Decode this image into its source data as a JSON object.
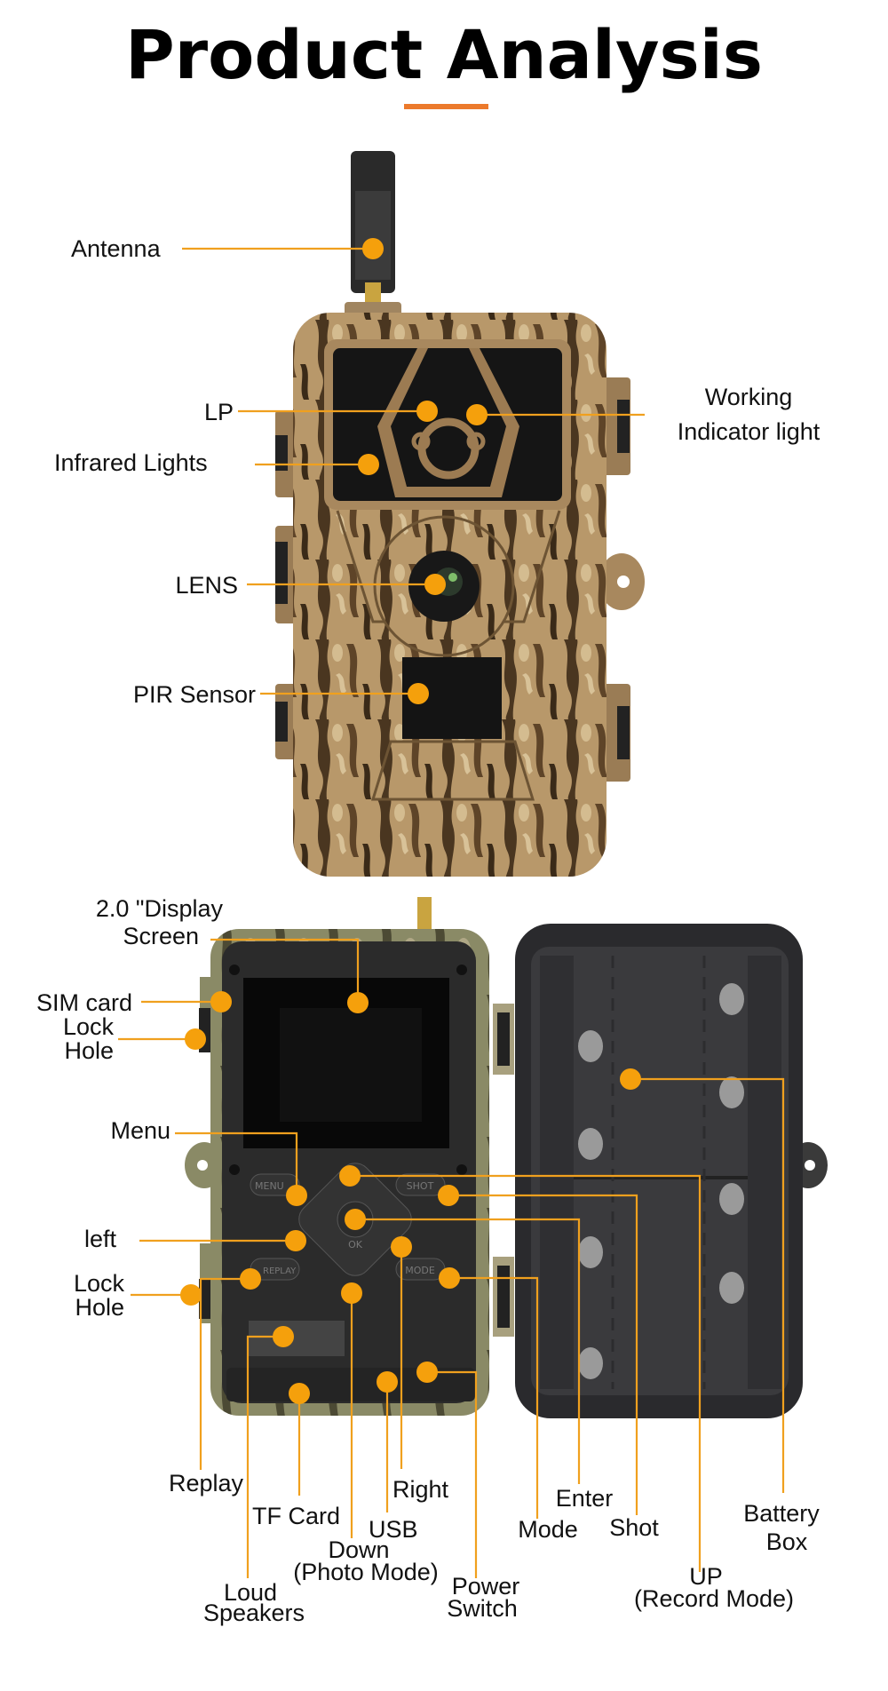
{
  "title": "Product Analysis",
  "accent_color": "#ec7a2c",
  "callout_color": "#f5a00c",
  "front_labels": {
    "antenna": "Antenna",
    "lp": "LP",
    "working_1": "Working",
    "working_2": "Indicator light",
    "infrared": "Infrared Lights",
    "lens": "LENS",
    "pir": "PIR Sensor"
  },
  "back_labels": {
    "display_1": "2.0 \"Display",
    "display_2": "Screen",
    "sim": "SIM card",
    "lock1_1": "Lock",
    "lock1_2": "Hole",
    "menu": "Menu",
    "left": "left",
    "lock2_1": "Lock",
    "lock2_2": "Hole",
    "replay": "Replay",
    "tf": "TF Card",
    "right": "Right",
    "usb": "USB",
    "down_1": "Down",
    "down_2": "(Photo Mode)",
    "loud_1": "Loud",
    "loud_2": "Speakers",
    "power_1": "Power",
    "power_2": "Switch",
    "enter": "Enter",
    "mode": "Mode",
    "shot": "Shot",
    "battery_1": "Battery",
    "battery_2": "Box",
    "up_1": "UP",
    "up_2": "(Record Mode)"
  },
  "button_marks": {
    "menu": "MENU",
    "shot": "SHOT",
    "replay": "REPLAY",
    "mode": "MODE",
    "ok": "OK"
  }
}
